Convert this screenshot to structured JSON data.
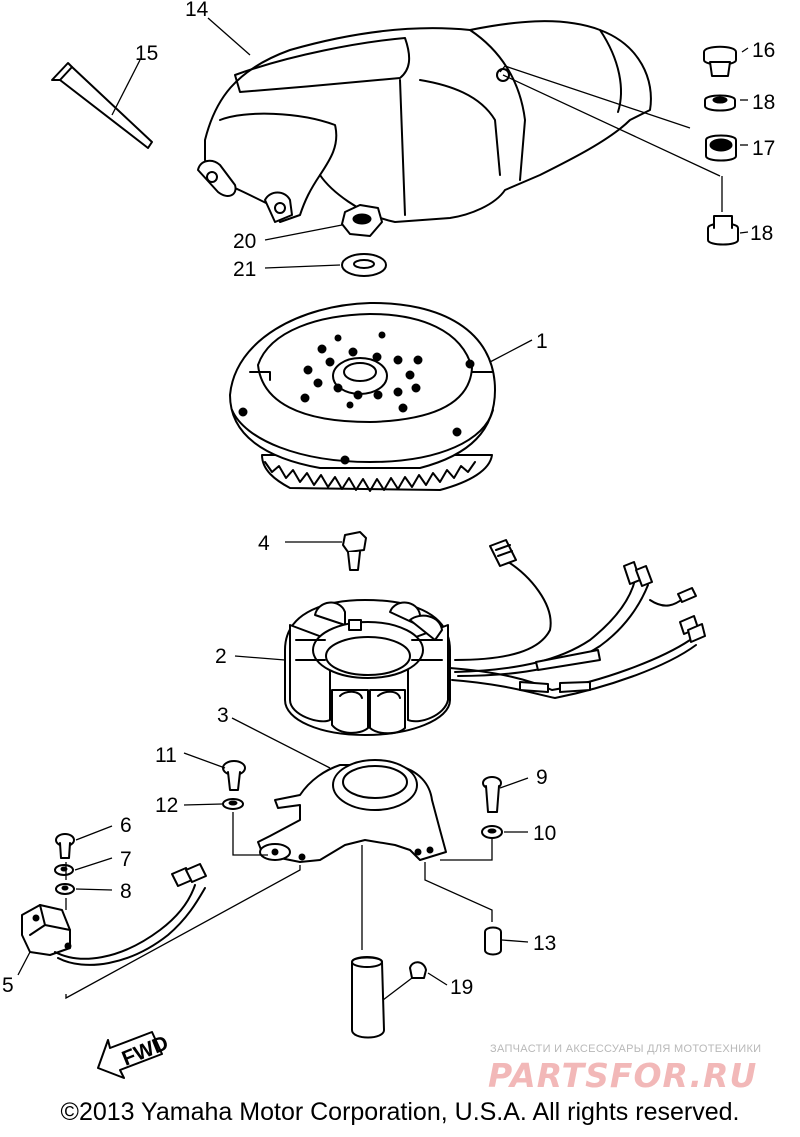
{
  "callouts": {
    "c1": "1",
    "c2": "2",
    "c3": "3",
    "c4": "4",
    "c5": "5",
    "c6": "6",
    "c7": "7",
    "c8": "8",
    "c9": "9",
    "c10": "10",
    "c11": "11",
    "c12": "12",
    "c13": "13",
    "c14": "14",
    "c15": "15",
    "c16": "16",
    "c17": "17",
    "c18a": "18",
    "c18b": "18",
    "c19": "19",
    "c20": "20",
    "c21": "21"
  },
  "fwd_label": "FWD",
  "watermark": {
    "subtitle": "ЗАПЧАСТИ И АКСЕССУАРЫ ДЛЯ МОТОТЕХНИКИ",
    "brand": "PARTSFOR.RU"
  },
  "copyright": "©2013 Yamaha Motor Corporation, U.S.A. All rights reserved.",
  "colors": {
    "ink": "#000000",
    "watermark_brand": "#f2b8b8",
    "watermark_text": "#b8b8b8"
  }
}
